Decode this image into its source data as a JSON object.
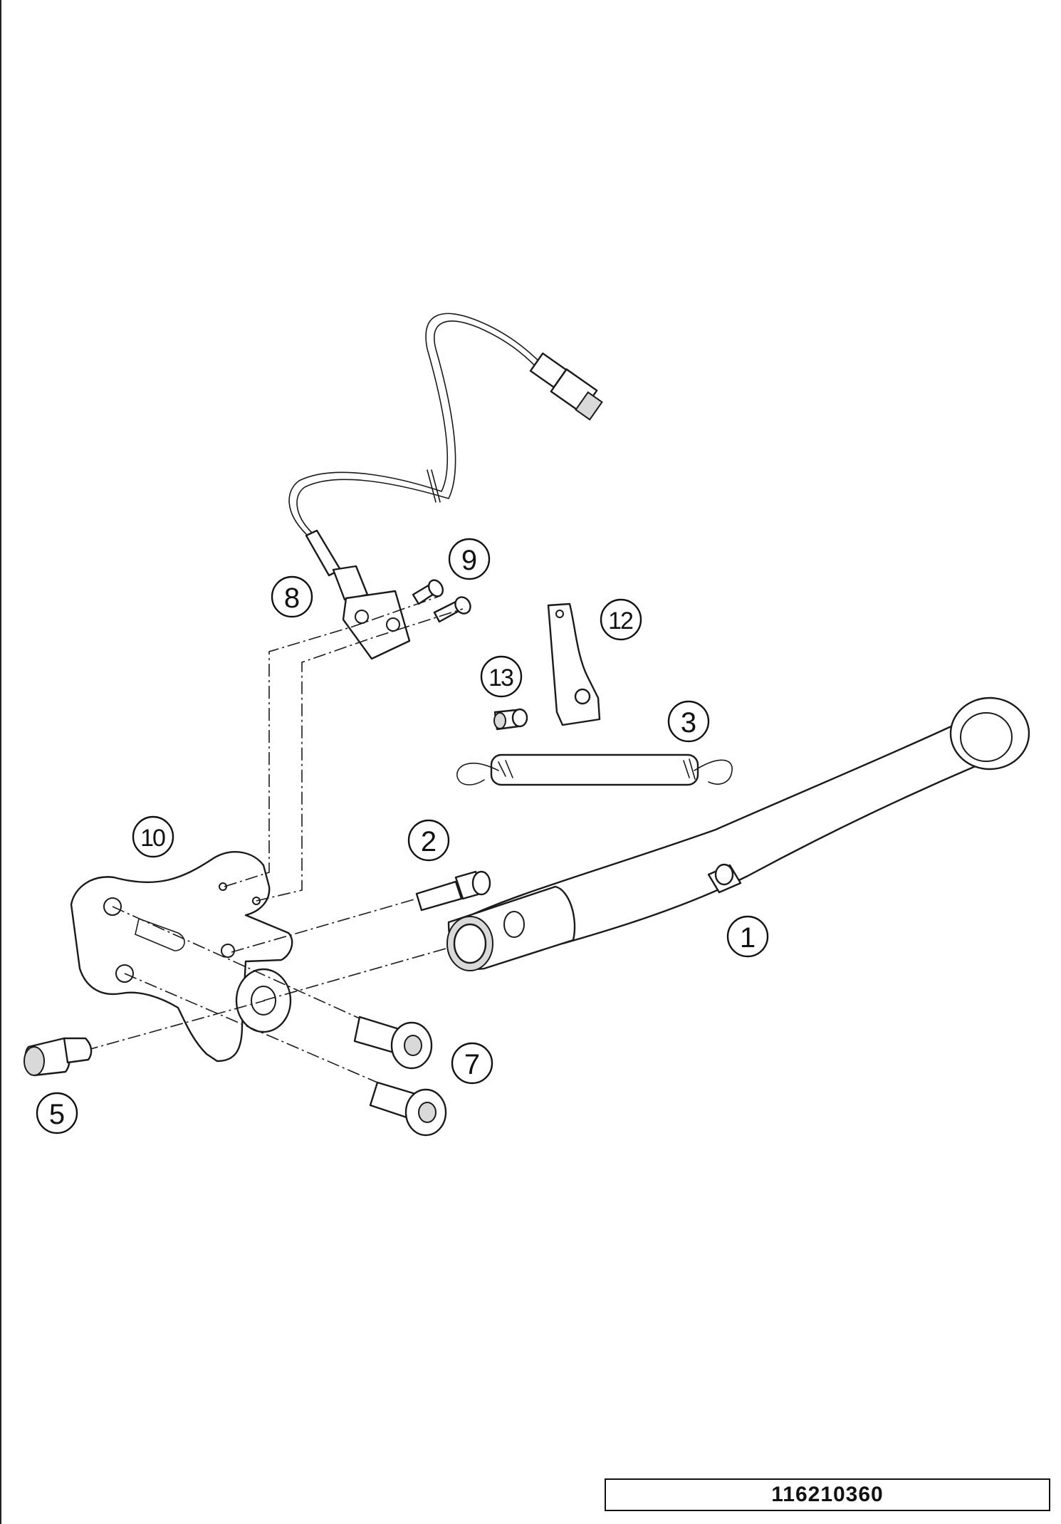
{
  "drawing_number": "116210360",
  "callouts": [
    {
      "id": "c1",
      "label": "1"
    },
    {
      "id": "c2",
      "label": "2"
    },
    {
      "id": "c3",
      "label": "3"
    },
    {
      "id": "c5",
      "label": "5"
    },
    {
      "id": "c7",
      "label": "7"
    },
    {
      "id": "c8",
      "label": "8"
    },
    {
      "id": "c9",
      "label": "9"
    },
    {
      "id": "c10",
      "label": "10"
    },
    {
      "id": "c12",
      "label": "12"
    },
    {
      "id": "c13",
      "label": "13"
    }
  ]
}
